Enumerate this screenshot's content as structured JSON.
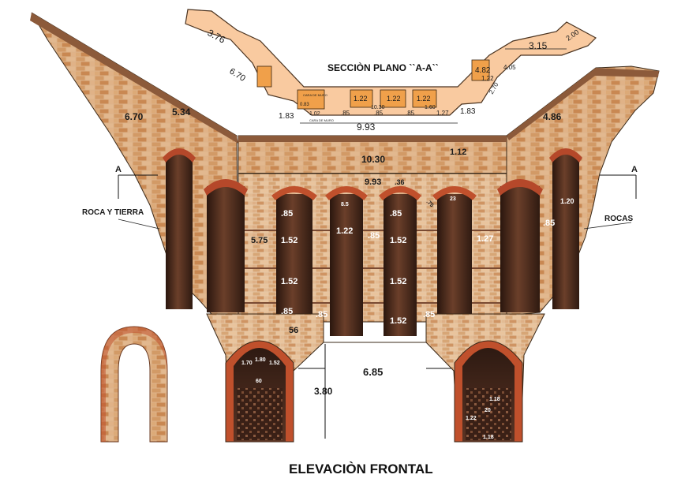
{
  "titles": {
    "plan_section": "SECCIÒN PLANO ``A-A``",
    "main": "ELEVACIÒN FRONTAL"
  },
  "labels": {
    "left_ground": "ROCA Y TIERRA",
    "right_ground": "ROCAS",
    "section_mark_left": "A",
    "section_mark_right": "A"
  },
  "plan": {
    "dims": {
      "d376": "3.76",
      "d670": "6.70",
      "d315": "3.15",
      "d200": "2.00",
      "d183a": "1.83",
      "d183b": "1.83",
      "d993": "9.93",
      "d122a": "1.22",
      "d122b": "1.22",
      "d122c": "1.22",
      "d1030": "10.30",
      "d85a": ".85",
      "d85b": ".85",
      "d85c": ".85",
      "d127": "1.27",
      "d102": "1.02",
      "d482": "4.82",
      "d122r": "1.22",
      "d270": "2.70",
      "d405": "4.05",
      "d160": "1.60",
      "d83": "0.83"
    },
    "small": {
      "cara_muro_a": "CARA DE MURO",
      "cara_muro_b": "CARA DE MURO"
    }
  },
  "elevation": {
    "dims": {
      "wing_left_a": "6.70",
      "wing_left_b": "5.34",
      "wing_right": "4.86",
      "top_width": "10.30",
      "top_height": "1.12",
      "inner_width": "9.93",
      "d36": ".36",
      "d75": ".75",
      "d23": "23",
      "d85arch": "8.5",
      "col1_a": ".85",
      "col1_b": "1.52",
      "col1_c": "1.52",
      "col1_d": ".85",
      "col2_a": "1.22",
      "col3_a": ".85",
      "col3_b": ".85",
      "col3_c": "1.52",
      "col3_d": "1.52",
      "col3_e": "1.52",
      "col4_a": "1.27",
      "col5_a": "1.20",
      "col5_b": ".85",
      "height_left": "5.75",
      "base_85a": ".85",
      "base_85b": ".85",
      "base_56": "56",
      "opening_width": "6.85",
      "opening_height": "3.80",
      "left_tunnel_a": "1.70",
      "left_tunnel_b": "1.80",
      "left_tunnel_c": "1.52",
      "left_tunnel_d": "60",
      "right_tunnel_a": "1.18",
      "right_tunnel_b": "1.22",
      "right_tunnel_c": "1.18",
      "right_tunnel_d": "20"
    }
  },
  "colors": {
    "brick": "#c98f5a",
    "brick_light": "#e9c6a0",
    "brick_red": "#c0502c",
    "mortar": "#f3e2cc",
    "shaft_dark": "#3b2218",
    "shaft_mid": "#7a4a32",
    "plan_fill": "#f6b779",
    "plan_dark": "#e8902f"
  }
}
